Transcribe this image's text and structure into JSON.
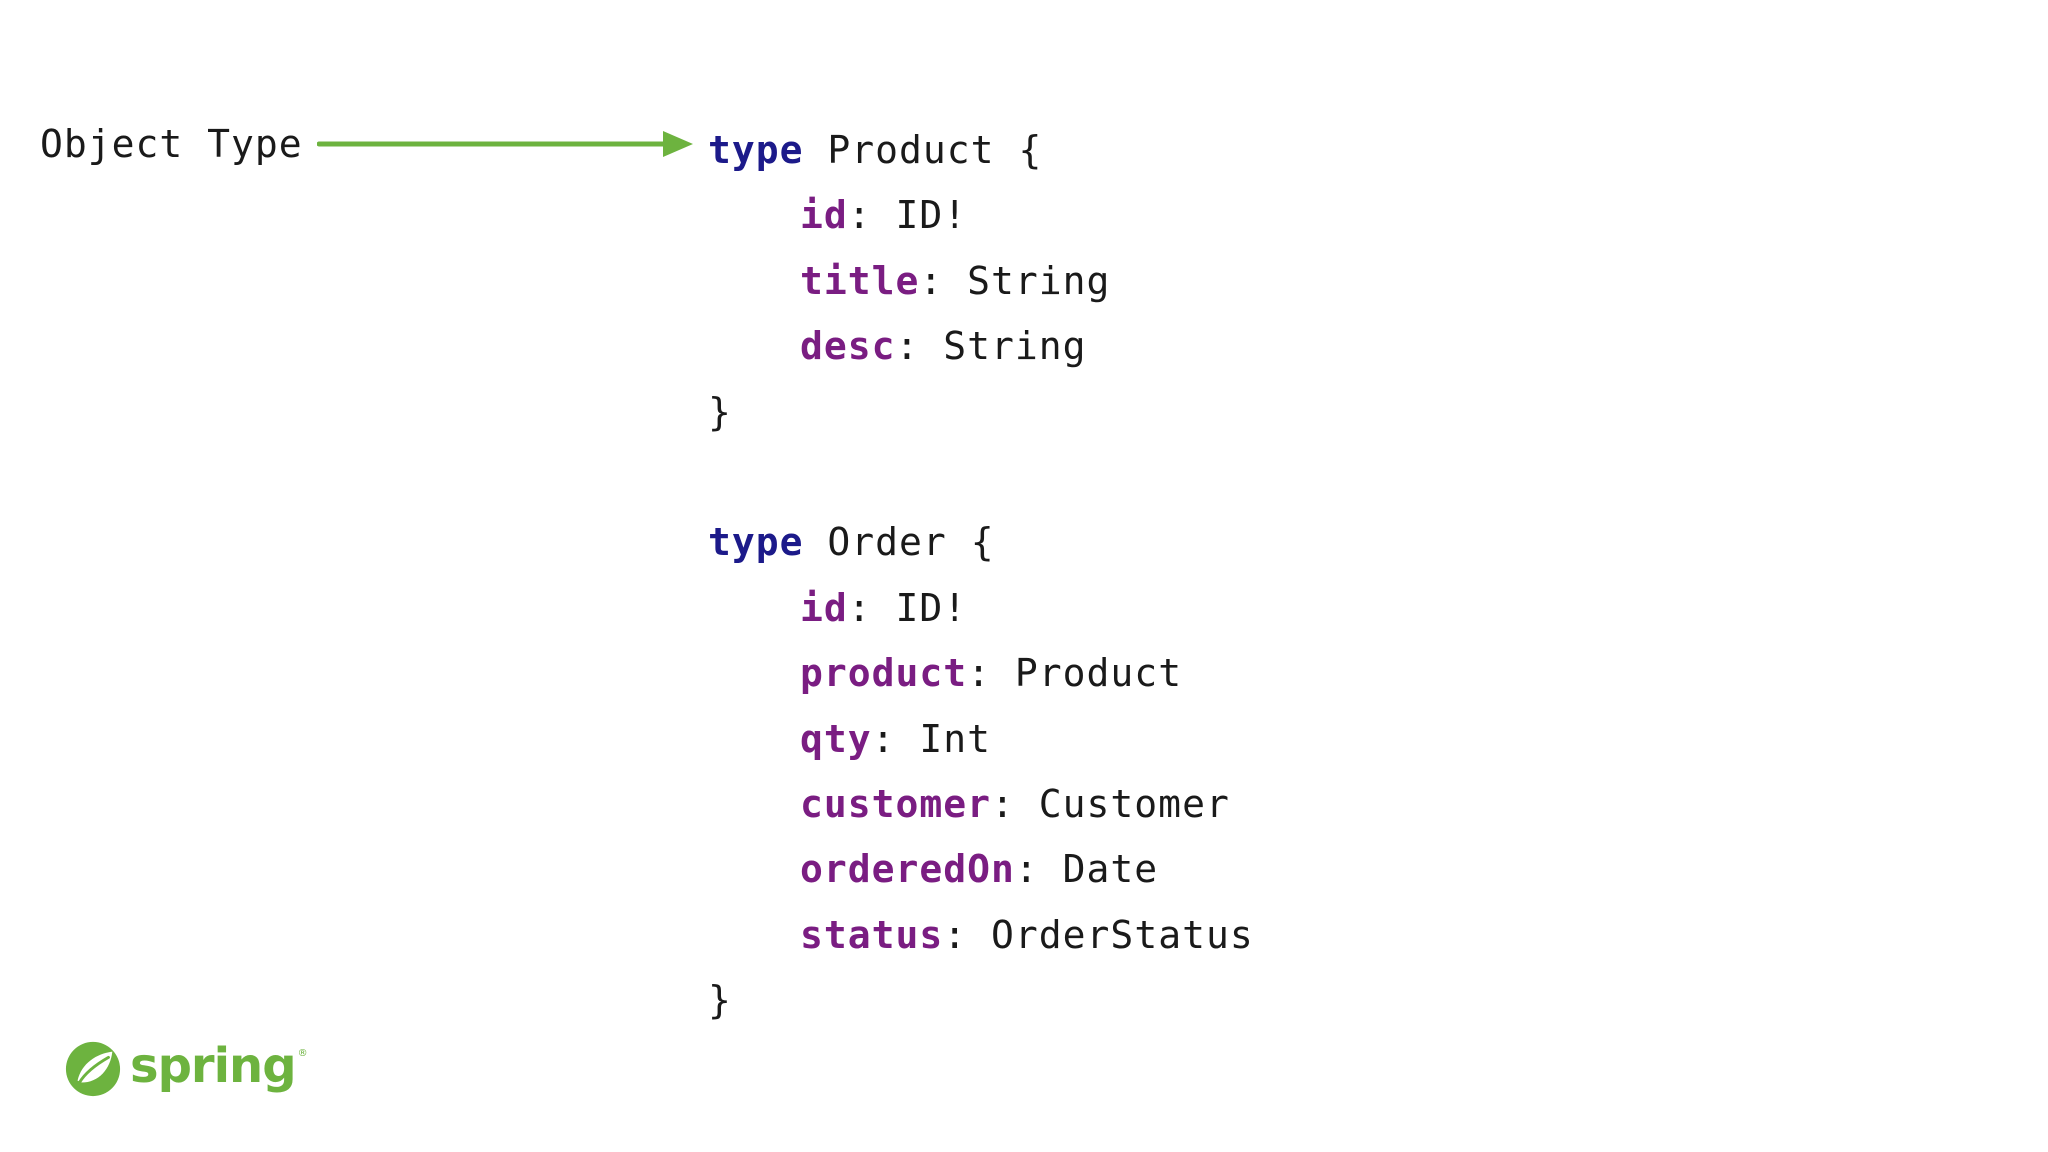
{
  "annotation": {
    "label": "Object Type",
    "arrow_color": "#6db33f"
  },
  "colors": {
    "keyword": "#1c1a8a",
    "field": "#7a1d82",
    "text": "#1a1a1a",
    "brand": "#6db33f"
  },
  "schema": {
    "product": {
      "keyword": "type",
      "name": "Product",
      "open_brace": "{",
      "close_brace": "}",
      "fields": [
        {
          "name": "id",
          "type": "ID!"
        },
        {
          "name": "title",
          "type": "String"
        },
        {
          "name": "desc",
          "type": "String"
        }
      ]
    },
    "order": {
      "keyword": "type",
      "name": "Order",
      "open_brace": "{",
      "close_brace": "}",
      "fields": [
        {
          "name": "id",
          "type": "ID!"
        },
        {
          "name": "product",
          "type": "Product"
        },
        {
          "name": "qty",
          "type": "Int"
        },
        {
          "name": "customer",
          "type": "Customer"
        },
        {
          "name": "orderedOn",
          "type": "Date"
        },
        {
          "name": "status",
          "type": "OrderStatus"
        }
      ]
    }
  },
  "logo": {
    "text": "spring",
    "reg": "®",
    "icon": "spring-leaf-icon"
  }
}
